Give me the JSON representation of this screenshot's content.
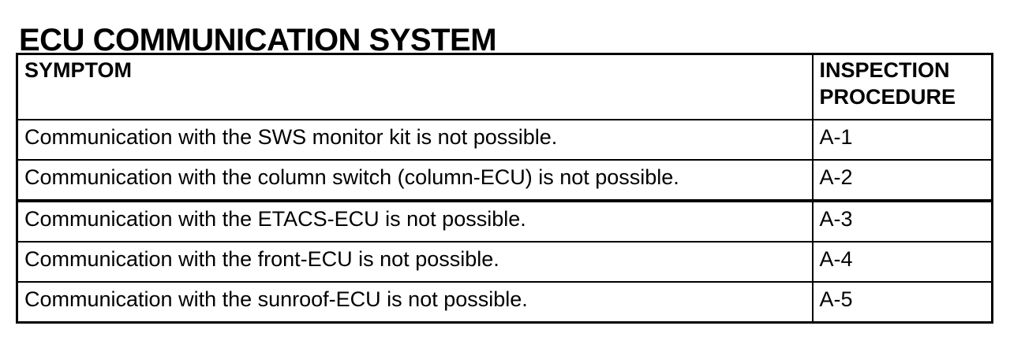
{
  "page": {
    "title": "ECU COMMUNICATION SYSTEM"
  },
  "colors": {
    "text": "#000000",
    "border": "#000000",
    "background": "#ffffff"
  },
  "table": {
    "columns": [
      {
        "label": "SYMPTOM"
      },
      {
        "label": "INSPECTION PROCEDURE"
      }
    ],
    "rows": [
      {
        "symptom": "Communication with the SWS monitor kit is not possible.",
        "procedure": "A-1"
      },
      {
        "symptom": "Communication with the column switch (column-ECU) is not possible.",
        "procedure": "A-2"
      },
      {
        "symptom": "Communication with the ETACS-ECU is not possible.",
        "procedure": "A-3"
      },
      {
        "symptom": "Communication with the front-ECU is not possible.",
        "procedure": "A-4"
      },
      {
        "symptom": "Communication with the sunroof-ECU is not possible.",
        "procedure": "A-5"
      }
    ]
  }
}
